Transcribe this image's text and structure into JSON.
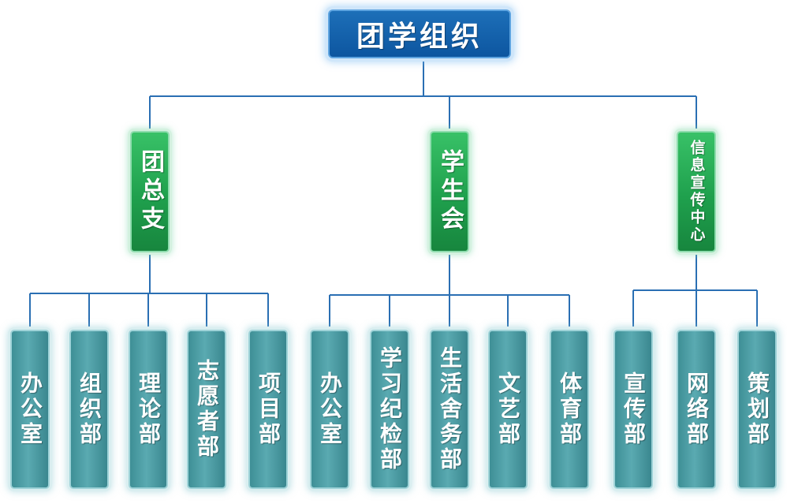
{
  "root": {
    "label": "团学组织"
  },
  "groups": [
    {
      "label": "团总支",
      "children": [
        "办公室",
        "组织部",
        "理论部",
        "志愿者部",
        "项目部"
      ]
    },
    {
      "label": "学生会",
      "children": [
        "办公室",
        "学习纪检部",
        "生活舍务部",
        "文艺部",
        "体育部"
      ]
    },
    {
      "label": "信息宣传中心",
      "children": [
        "宣传部",
        "网络部",
        "策划部"
      ]
    }
  ],
  "colors": {
    "root": "#0d56a0",
    "group": "#1fa04d",
    "leaf": "#4f9ea5",
    "connector": "#2a6fb3"
  }
}
